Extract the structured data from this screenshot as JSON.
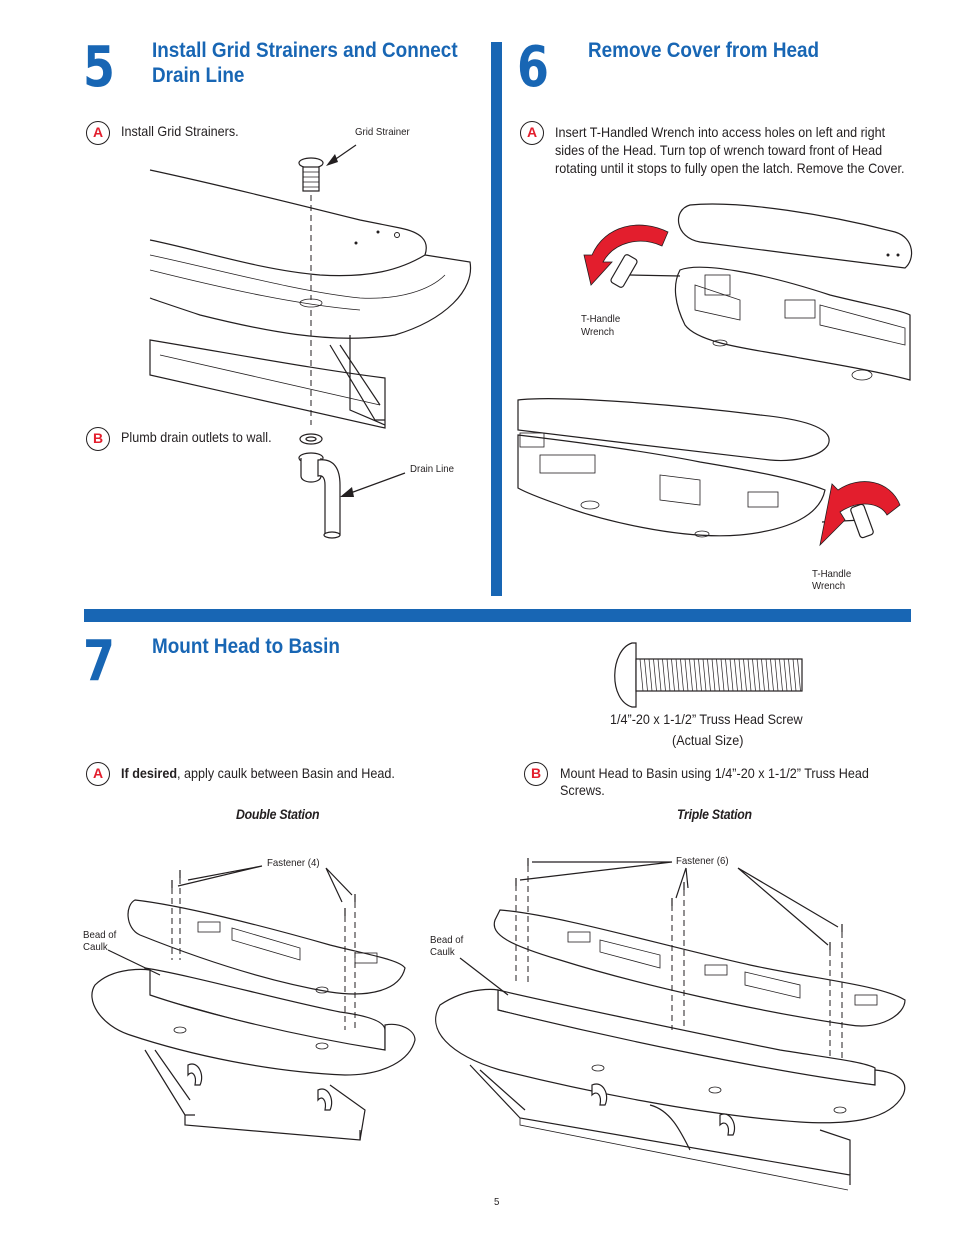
{
  "step5": {
    "number": "5",
    "title_line1": "Install Grid Strainers and Connect",
    "title_line2": "Drain Line",
    "a": {
      "badge": "A",
      "text": "Install Grid Strainers."
    },
    "b": {
      "badge": "B",
      "text": "Plumb drain outlets to wall."
    },
    "callouts": {
      "grid_strainer": "Grid Strainer",
      "drain_line": "Drain Line"
    },
    "figure_icons": [
      "basin-outline-icon",
      "grid-strainer-icon",
      "drain-pipe-icon",
      "support-bracket-icon"
    ]
  },
  "step6": {
    "number": "6",
    "title": "Remove Cover from Head",
    "a": {
      "badge": "A",
      "line1": "Insert T-Handled Wrench into access holes on left and right",
      "line2": "sides of the Head. Turn top of wrench toward front of Head",
      "line3": "rotating until it stops to fully open the latch. Remove the Cover."
    },
    "callouts": {
      "t_handle_top_1": "T-Handle",
      "t_handle_top_2": "Wrench",
      "t_handle_bottom_1": "T-Handle",
      "t_handle_bottom_2": "Wrench"
    },
    "figure_icons": [
      "rotate-arrow-icon",
      "t-handle-wrench-icon",
      "head-cover-icon"
    ]
  },
  "step7": {
    "number": "7",
    "title": "Mount Head to Basin",
    "screw_caption_1": "1/4”-20 x 1-1/2” Truss Head Screw",
    "screw_caption_2": "(Actual Size)",
    "a": {
      "badge": "A",
      "bold": "If desired",
      "rest": ", apply caulk between Basin and Head."
    },
    "b": {
      "badge": "B",
      "line1": "Mount Head to Basin using 1/4”-20 x 1-1/2” Truss Head",
      "line2": "Screws."
    },
    "double_station": {
      "label": "Double Station",
      "fastener": "Fastener (4)",
      "bead1": "Bead of",
      "bead2": "Caulk"
    },
    "triple_station": {
      "label": "Triple Station",
      "fastener": "Fastener (6)",
      "bead1": "Bead of",
      "bead2": "Caulk"
    },
    "figure_icons": [
      "truss-head-screw-icon",
      "double-station-icon",
      "triple-station-icon"
    ]
  },
  "page_number": "5",
  "colors": {
    "accent_blue": "#1866b4",
    "badge_red": "#e31e2d",
    "ink": "#231f20"
  }
}
